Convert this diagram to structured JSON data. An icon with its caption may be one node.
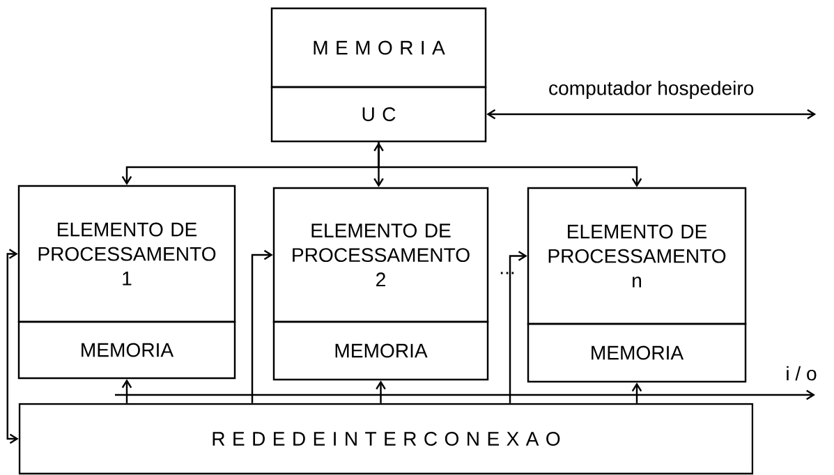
{
  "diagram": {
    "nodes": [
      {
        "text": [
          "M E M O R I A"
        ]
      },
      {
        "text": [
          "U C"
        ]
      },
      {
        "text": [
          "ELEMENTO DE PROCESSAMENTO 1"
        ]
      },
      {
        "text": [
          "MEMORIA"
        ]
      },
      {
        "text": [
          "ELEMENTO DE PROCESSAMENTO 2"
        ]
      },
      {
        "text": [
          "MEMORIA"
        ]
      },
      {
        "text": [
          "ELEMENTO DE PROCESSAMENTO n"
        ]
      },
      {
        "text": [
          "MEMORIA"
        ]
      },
      {
        "text": [
          "R E D E D E I N T E R C O N E X A O"
        ]
      }
    ],
    "edges": [
      {
        "from": 1,
        "to": null,
        "arrow": "both",
        "label": "computador hospedeiro"
      },
      {
        "from": 1,
        "to": 2,
        "arrow": "to"
      },
      {
        "from": 1,
        "to": 4,
        "arrow": "both"
      },
      {
        "from": 1,
        "to": 6,
        "arrow": "to"
      },
      {
        "from": 2,
        "to": 8,
        "arrow": "both"
      },
      {
        "from": 8,
        "to": 4,
        "arrow": "to"
      },
      {
        "from": 8,
        "to": 6,
        "arrow": "to"
      },
      {
        "from": 8,
        "to": 3,
        "arrow": "to"
      },
      {
        "from": 8,
        "to": 5,
        "arrow": "to"
      },
      {
        "from": 8,
        "to": 7,
        "arrow": "to"
      }
    ],
    "labels": [
      "...",
      "i / o"
    ]
  }
}
